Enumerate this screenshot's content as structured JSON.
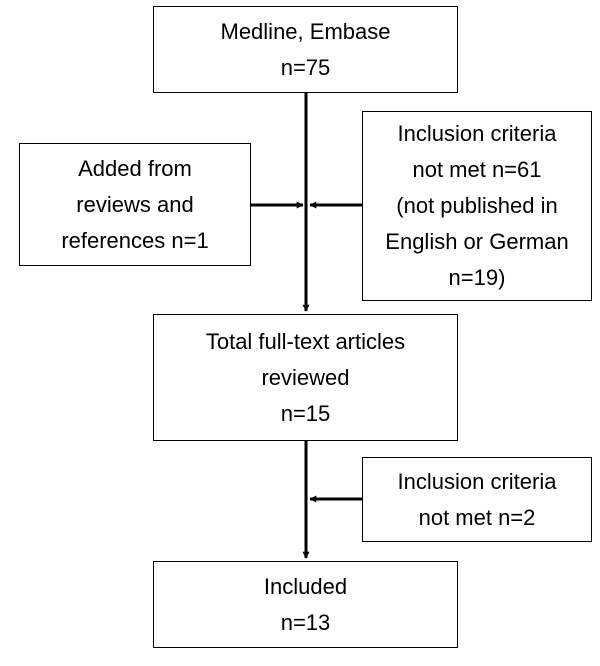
{
  "flowchart": {
    "nodes": {
      "medline": {
        "lines": [
          "Medline, Embase",
          "n=75"
        ]
      },
      "added": {
        "lines": [
          "Added from",
          "reviews and",
          "references n=1"
        ]
      },
      "excluded1": {
        "lines": [
          "Inclusion criteria",
          "not met n=61",
          "(not published in",
          "English or German",
          "n=19)"
        ]
      },
      "fulltext": {
        "lines": [
          "Total full-text articles",
          "reviewed",
          "n=15"
        ]
      },
      "excluded2": {
        "lines": [
          "Inclusion criteria",
          "not met n=2"
        ]
      },
      "included": {
        "lines": [
          "Included",
          "n=13"
        ]
      }
    }
  }
}
